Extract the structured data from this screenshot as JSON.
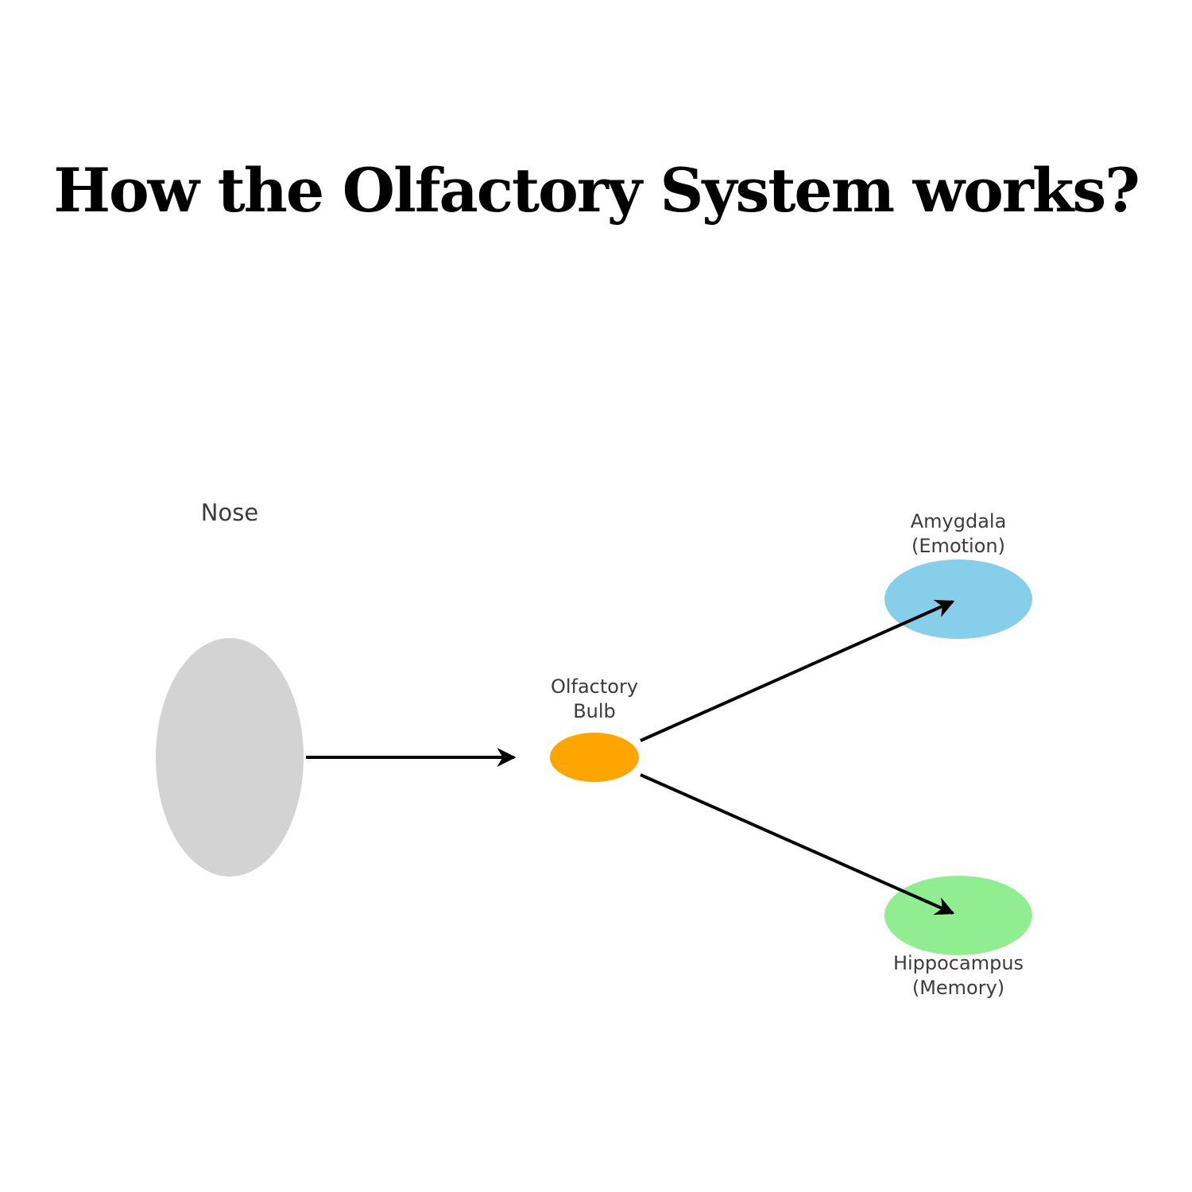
{
  "title": "How the Olfactory System works?",
  "nodes": {
    "nose": {
      "label": "Nose",
      "color": "#d3d3d3"
    },
    "bulb": {
      "label_lines": [
        "Olfactory",
        "Bulb"
      ],
      "color": "#ffa500"
    },
    "amygdala": {
      "label_lines": [
        "Amygdala",
        "(Emotion)"
      ],
      "color": "#87ceeb"
    },
    "hippocampus": {
      "label_lines": [
        "Hippocampus",
        "(Memory)"
      ],
      "color": "#90ee90"
    }
  },
  "edge_color": "#000000"
}
